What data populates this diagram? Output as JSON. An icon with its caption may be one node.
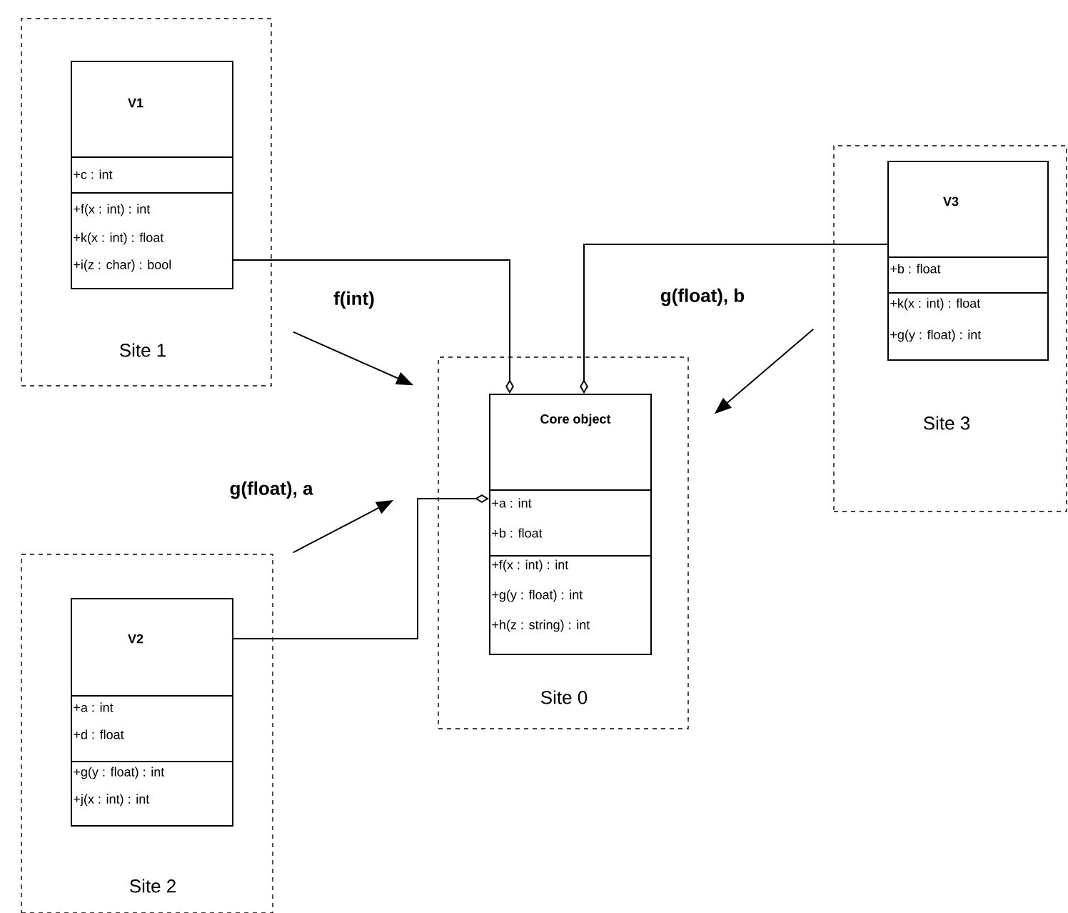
{
  "diagram": {
    "nodes": [
      {
        "text": [
          "Site 1"
        ]
      },
      {
        "text": [
          "V1",
          "+c : int",
          "+f(x : int) : int",
          "+k(x : int) : float",
          "+i(z : char) : bool"
        ],
        "in": 0
      },
      {
        "text": [
          "Site 0"
        ]
      },
      {
        "text": [
          "Core object",
          "+a : int",
          "+b : float",
          "+f(x : int) : int",
          "+g(y : float) : int",
          "+h(z : string) : int"
        ],
        "in": 2
      },
      {
        "text": [
          "Site 3"
        ]
      },
      {
        "text": [
          "V3",
          "+b : float",
          "+k(x : int) : float",
          "+g(y : float) : int"
        ],
        "in": 4
      },
      {
        "text": [
          "Site 2"
        ]
      },
      {
        "text": [
          "V2",
          "+a : int",
          "+d : float",
          "+g(y : float) : int",
          "+j(x : int) : int"
        ],
        "in": 6
      }
    ],
    "edges": [
      {
        "from": 1,
        "to": 3,
        "arrow": "other"
      },
      {
        "from": 5,
        "to": 3,
        "arrow": "other"
      },
      {
        "from": 7,
        "to": 3,
        "arrow": "other"
      },
      {
        "from": 0,
        "to": 2,
        "arrow": "to",
        "label": "f(int)"
      },
      {
        "from": 4,
        "to": 2,
        "arrow": "to",
        "label": "g(float), b"
      },
      {
        "from": 6,
        "to": 2,
        "arrow": "to",
        "label": "g(float), a"
      }
    ]
  }
}
